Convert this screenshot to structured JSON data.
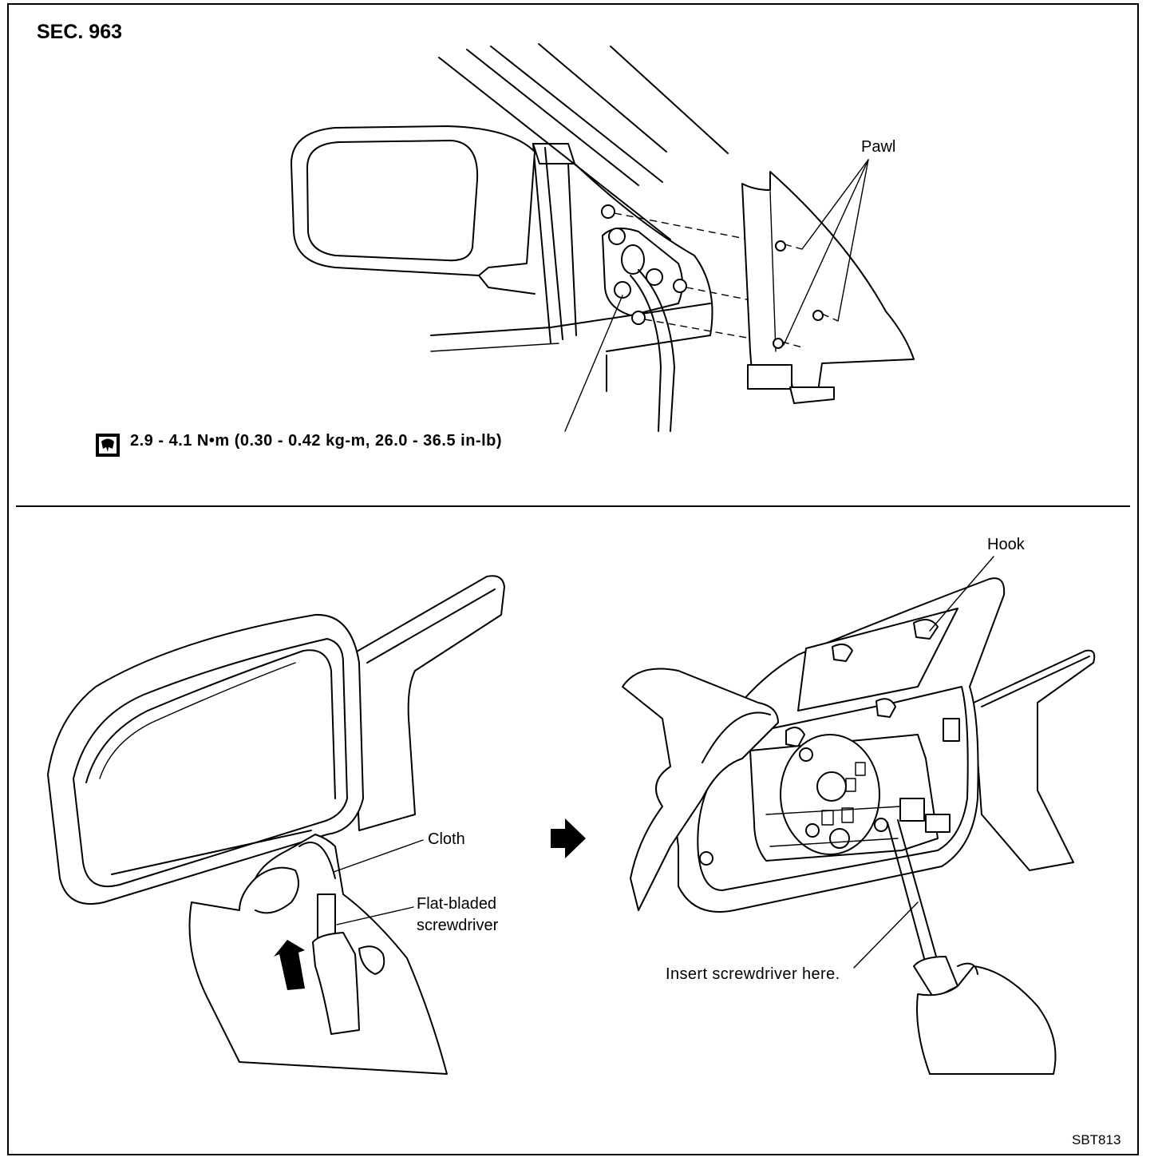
{
  "header": {
    "section": "SEC. 963"
  },
  "top_panel": {
    "torque_spec": "2.9 - 4.1 N•m (0.30 - 0.42 kg-m, 26.0 - 36.5 in-lb)",
    "callouts": {
      "pawl": "Pawl"
    }
  },
  "bottom_panel": {
    "callouts": {
      "cloth": "Cloth",
      "flat_bladed_line1": "Flat-bladed",
      "flat_bladed_line2": "screwdriver",
      "hook": "Hook",
      "insert": "Insert screwdriver here."
    }
  },
  "footer": {
    "figure_code": "SBT813"
  },
  "icons": {
    "torque": "torque-wrench-icon",
    "step_arrow": "right-arrow-icon",
    "push_arrow": "up-arrow-icon"
  }
}
